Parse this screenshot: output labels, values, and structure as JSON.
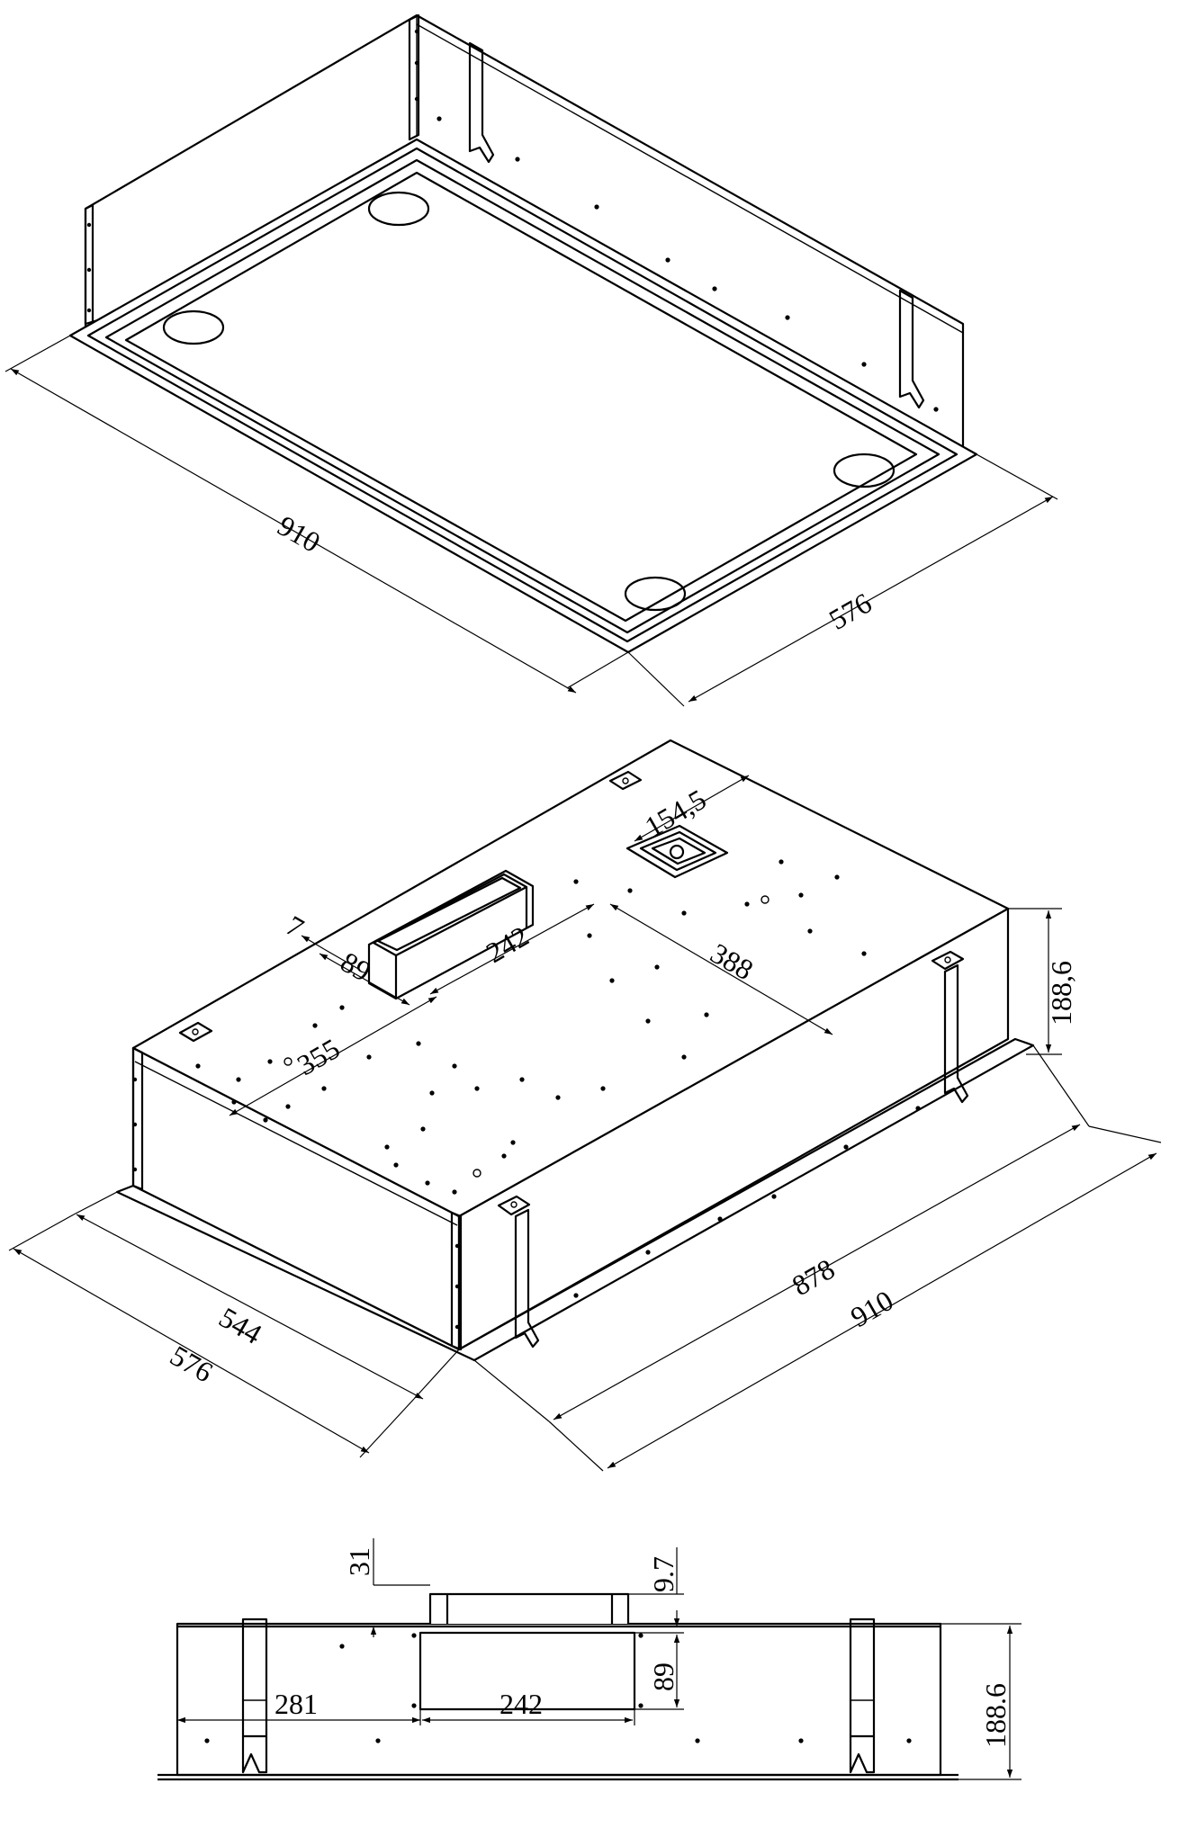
{
  "views": {
    "bottom_view": {
      "dims": {
        "length": "910",
        "depth": "576"
      }
    },
    "top_view": {
      "dims": {
        "flange_offset": "7",
        "outlet_width": "89",
        "outlet_length": "242",
        "outlet_position": "355",
        "bracket_distance": "388",
        "bracket_offset": "154,5",
        "height": "188,6",
        "body_depth": "544",
        "overall_depth": "576",
        "body_length": "878",
        "overall_length": "910"
      }
    },
    "side_view": {
      "dims": {
        "outlet_height": "31",
        "outlet_gap": "9.7",
        "outlet_depth": "89",
        "outlet_offset": "281",
        "outlet_length": "242",
        "height": "188.6"
      }
    }
  }
}
